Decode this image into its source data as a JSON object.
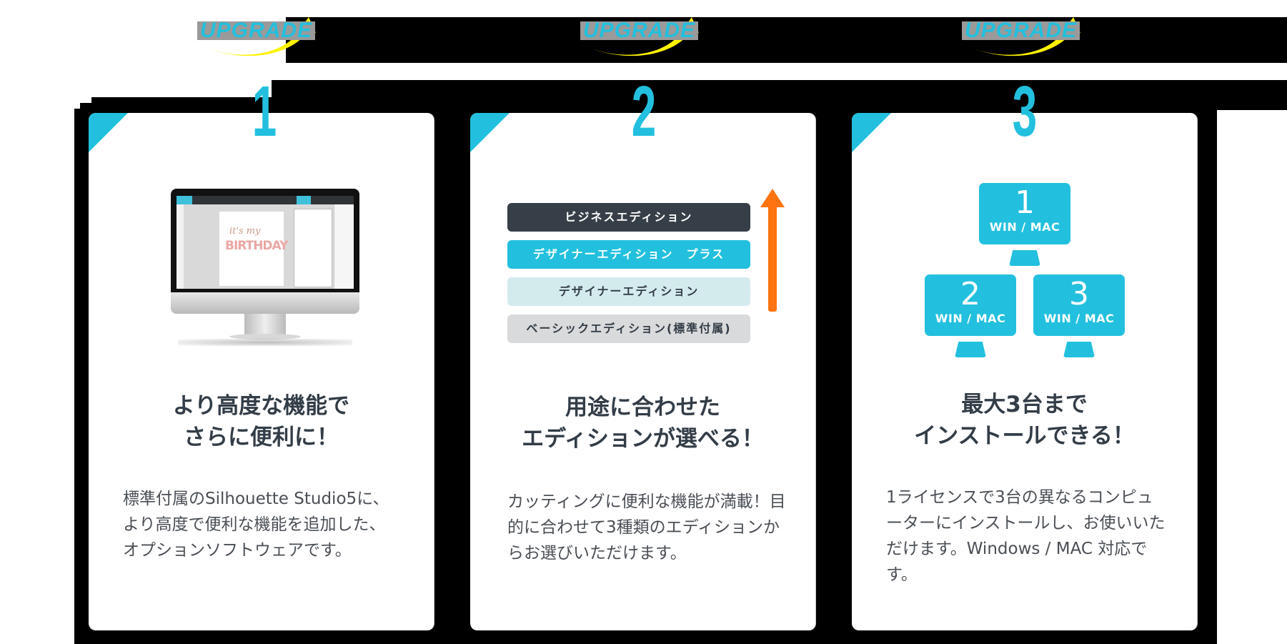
{
  "badge_label": "UPGRADE",
  "colors": {
    "accent": "#22c0de",
    "arrow": "#ff7410",
    "heading": "#333d47",
    "body_text": "#4a4f55",
    "badge_yellow": "#fff200"
  },
  "cards": [
    {
      "number": "1",
      "title_line1": "より高度な機能で",
      "title_line2": "さらに便利に！",
      "body": "標準付属のSilhouette Studio5に、より高度で便利な機能を追加した、オプションソフトウェアです。",
      "image": {
        "type": "monitor",
        "screen_text_line1": "it's my",
        "screen_text_line2": "BIRTHDAY"
      }
    },
    {
      "number": "2",
      "title_line1": "用途に合わせた",
      "title_line2": "エディションが選べる！",
      "body": "カッティングに便利な機能が満載！目的に合わせて3種類のエディションからお選びいただけます。",
      "editions": [
        {
          "label": "ビジネスエディション",
          "bg": "#363f47",
          "fg": "#ffffff"
        },
        {
          "label": "デザイナーエディション　プラス",
          "bg": "#22c0de",
          "fg": "#ffffff"
        },
        {
          "label": "デザイナーエディション",
          "bg": "#d4ebee",
          "fg": "#333d47"
        },
        {
          "label": "ベーシックエディション(標準付属)",
          "bg": "#d9dadb",
          "fg": "#333d47"
        }
      ]
    },
    {
      "number": "3",
      "title_line1": "最大3台まで",
      "title_line2": "インストールできる！",
      "body": "1ライセンスで3台の異なるコンピューターにインストールし、お使いいただけます。Windows / MAC 対応です。",
      "computers": [
        {
          "number": "1",
          "os": "WIN / MAC"
        },
        {
          "number": "2",
          "os": "WIN / MAC"
        },
        {
          "number": "3",
          "os": "WIN / MAC"
        }
      ]
    }
  ]
}
